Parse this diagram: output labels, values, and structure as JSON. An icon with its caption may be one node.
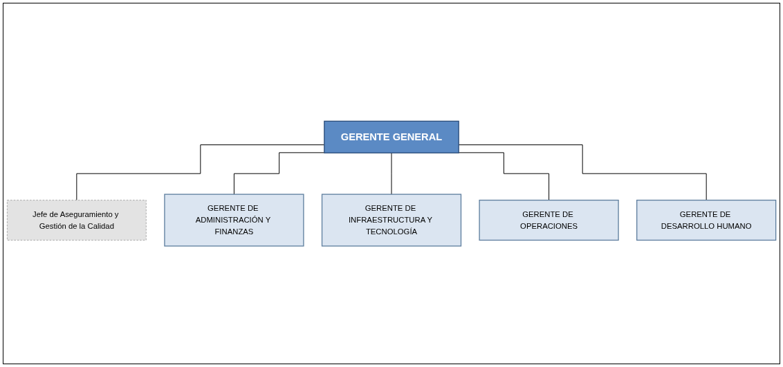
{
  "diagram": {
    "nodes": [
      {
        "text": [
          "GERENTE GENERAL"
        ]
      },
      {
        "text": [
          "Jefe de Aseguramiento y Gestión de la Calidad"
        ]
      },
      {
        "text": [
          "GERENTE DE ADMINISTRACIÓN Y FINANZAS"
        ]
      },
      {
        "text": [
          "GERENTE DE INFRAESTRUCTURA Y TECNOLOGÍA"
        ]
      },
      {
        "text": [
          "GERENTE DE OPERACIONES"
        ]
      },
      {
        "text": [
          "GERENTE DE DESARROLLO HUMANO"
        ]
      }
    ],
    "edges": [
      {
        "from": 0,
        "to": 1,
        "arrow": "none"
      },
      {
        "from": 0,
        "to": 2,
        "arrow": "none"
      },
      {
        "from": 0,
        "to": 3,
        "arrow": "none"
      },
      {
        "from": 0,
        "to": 4,
        "arrow": "none"
      },
      {
        "from": 0,
        "to": 5,
        "arrow": "none"
      }
    ]
  }
}
